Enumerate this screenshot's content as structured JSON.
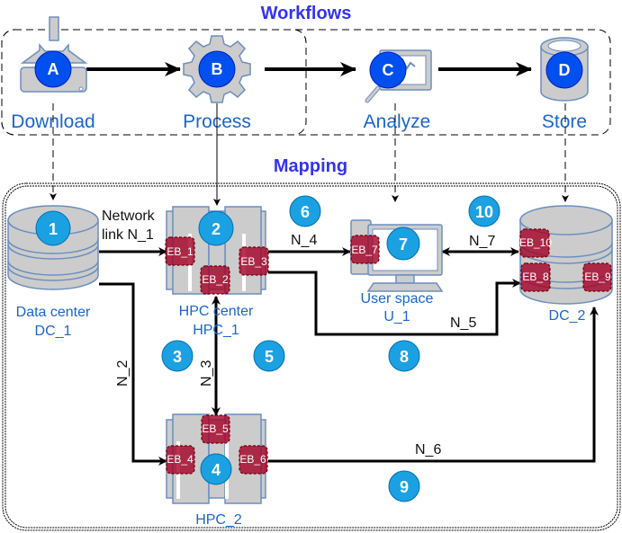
{
  "workflows": {
    "title": "Workflows",
    "steps": [
      {
        "badge": "A",
        "label": "Download",
        "icon": "download-icon"
      },
      {
        "badge": "B",
        "label": "Process",
        "icon": "gear-icon"
      },
      {
        "badge": "C",
        "label": "Analyze",
        "icon": "analyze-chart-icon"
      },
      {
        "badge": "D",
        "label": "Store",
        "icon": "storage-cylinder-icon"
      }
    ]
  },
  "mapping": {
    "title": "Mapping",
    "nodes": {
      "dc1": {
        "label_line1": "Data center",
        "label_line2": "DC_1",
        "icon": "database-icon"
      },
      "hpc1": {
        "label_line1": "HPC center",
        "label_line2": "HPC_1",
        "icon": "server-rack-icon"
      },
      "u1": {
        "label_line1": "User space",
        "label_line2": "U_1",
        "icon": "desktop-computer-icon"
      },
      "dc2": {
        "label_line1": "DC_2",
        "icon": "database-icon"
      },
      "hpc2": {
        "label_line1": "HPC_2",
        "icon": "server-rack-icon"
      }
    },
    "links": {
      "n1_line1": "Network",
      "n1_line2": "link N_1",
      "n2": "N_2",
      "n3": "N_3",
      "n4": "N_4",
      "n5": "N_5",
      "n6": "N_6",
      "n7": "N_7"
    },
    "buffers": [
      "EB_1",
      "EB_2",
      "EB_3",
      "EB_4",
      "EB_5",
      "EB_6",
      "EB_7",
      "EB_8",
      "EB_9",
      "EB_10"
    ],
    "badges": [
      "1",
      "2",
      "3",
      "4",
      "5",
      "6",
      "7",
      "8",
      "9",
      "10"
    ]
  },
  "colors": {
    "title": "#3333ee",
    "step_badge": "#0050ef",
    "map_badge": "#1ba1e2",
    "label_blue": "#1a66cc",
    "buffer": "#a20025",
    "icon_fill": "#cccccc",
    "icon_stroke": "#6c8ebf"
  }
}
